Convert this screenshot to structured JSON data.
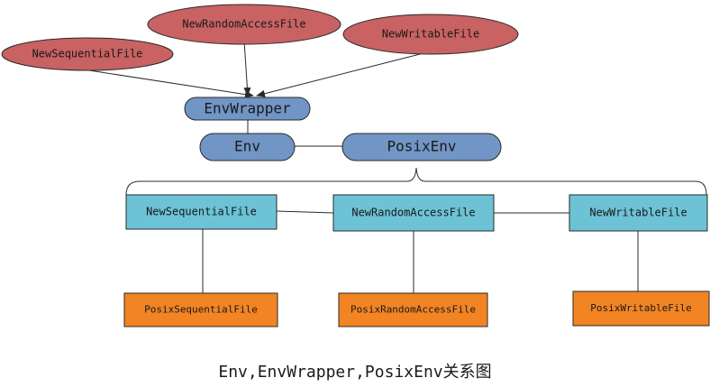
{
  "colors": {
    "ellipse_fill": "#c96262",
    "pill_fill": "#7195c4",
    "cyan_box_fill": "#6cc3d6",
    "orange_box_fill": "#f28424",
    "stroke": "#2a2a2a"
  },
  "top_ellipses": {
    "new_sequential_file": "NewSequentialFile",
    "new_random_access_file": "NewRandomAccessFile",
    "new_writable_file": "NewWritableFile"
  },
  "pills": {
    "env_wrapper": "EnvWrapper",
    "env": "Env",
    "posix_env": "PosixEnv"
  },
  "interface_boxes": {
    "new_sequential_file": "NewSequentialFile",
    "new_random_access_file": "NewRandomAccessFile",
    "new_writable_file": "NewWritableFile"
  },
  "impl_boxes": {
    "posix_sequential_file": "PosixSequentialFile",
    "posix_random_access_file": "PosixRandomAccessFile",
    "posix_writable_file": "PosixWritableFile"
  },
  "caption": "Env,EnvWrapper,PosixEnv关系图"
}
